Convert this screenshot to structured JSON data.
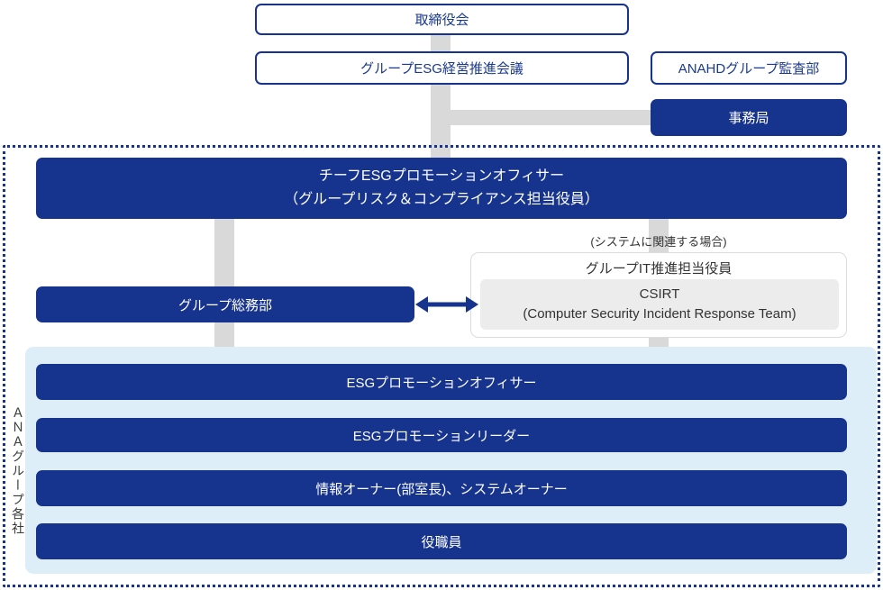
{
  "colors": {
    "navy": "#16338e",
    "outline_text": "#1a3a8f",
    "light_blue_panel": "#ddeef9",
    "gray_connector": "#d9d9d9",
    "csirt_fill": "#ececec",
    "dark_text": "#333333"
  },
  "top": {
    "board": "取締役会",
    "esg_council": "グループESG経営推進会議",
    "audit_dept": "ANAHDグループ監査部",
    "secretariat": "事務局"
  },
  "governance": {
    "chief_officer_line1": "チーフESGプロモーションオフィサー",
    "chief_officer_line2": "（グループリスク＆コンプライアンス担当役員）",
    "system_note": "(システムに関連する場合)",
    "it_officer": "グループIT推進担当役員",
    "csirt_line1": "CSIRT",
    "csirt_line2": "(Computer Security Incident Response Team)",
    "general_affairs": "グループ総務部"
  },
  "group_companies": {
    "label": "ＡＮＡグループ各社",
    "rows": [
      "ESGプロモーションオフィサー",
      "ESGプロモーションリーダー",
      "情報オーナー(部室長)、システムオーナー",
      "役職員"
    ]
  }
}
